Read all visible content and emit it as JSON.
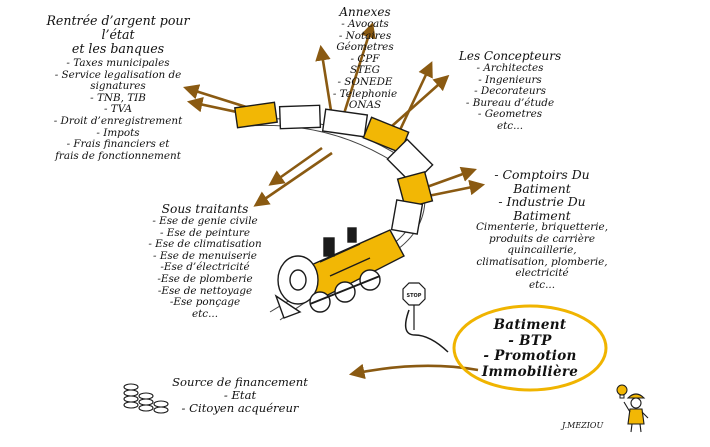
{
  "palette": {
    "ink": "#1b1b1b",
    "train_yellow": "#f2b705",
    "circle_yellow": "#f0b400",
    "arrow": "#8a5a12"
  },
  "blocks": [
    {
      "id": "rentree",
      "lines": [
        "Rentrée d’argent pour",
        "l’état",
        "et les banques",
        "- Taxes municipales",
        "- Service legalisation de",
        "signatures",
        "- TNB, TIB",
        "- TVA",
        "- Droit d’enregistrement",
        "- Impots",
        "- Frais financiers et",
        "frais de fonctionnement"
      ]
    },
    {
      "id": "annexes",
      "lines": [
        "Annexes",
        "- Avocats",
        "- Notaires",
        "Géometres",
        "- CPF",
        "STEG",
        "- SONEDE",
        "- Telephonie",
        "ONAS"
      ]
    },
    {
      "id": "concepteurs",
      "lines": [
        "Les Concepteurs",
        "- Architectes",
        "- Ingenieurs",
        "- Decorateurs",
        "- Bureau d’étude",
        "- Geometres",
        "etc..."
      ]
    },
    {
      "id": "comptoirs",
      "lines": [
        "- Comptoirs Du",
        "Batiment",
        "- Industrie Du",
        "Batiment",
        "Cimenterie, briquetterie,",
        "produits de carrière",
        "quincaillerie,",
        "climatisation, plomberie,",
        "electricité",
        "etc..."
      ]
    },
    {
      "id": "sous_traitants",
      "lines": [
        "Sous traitants",
        "- Ese de genie civile",
        "- Ese de peinture",
        "- Ese de climatisation",
        "- Ese de menuiserie",
        "-Ese d’électricité",
        "-Ese de plomberie",
        "-Ese de nettoyage",
        "-Ese ponçage",
        "etc..."
      ]
    },
    {
      "id": "batiment",
      "lines": [
        "Batiment",
        "- BTP",
        "- Promotion",
        "Immobilière"
      ]
    },
    {
      "id": "financement",
      "lines": [
        "Source de financement",
        "- Etat",
        "- Citoyen acquéreur"
      ]
    }
  ],
  "stop_sign": "STOP",
  "signature": "J.MEZIOU",
  "icons": [
    "steam-train-icon",
    "stop-sign-icon",
    "coin-stack-icon",
    "engineer-figure-icon",
    "lightbulb-icon"
  ]
}
